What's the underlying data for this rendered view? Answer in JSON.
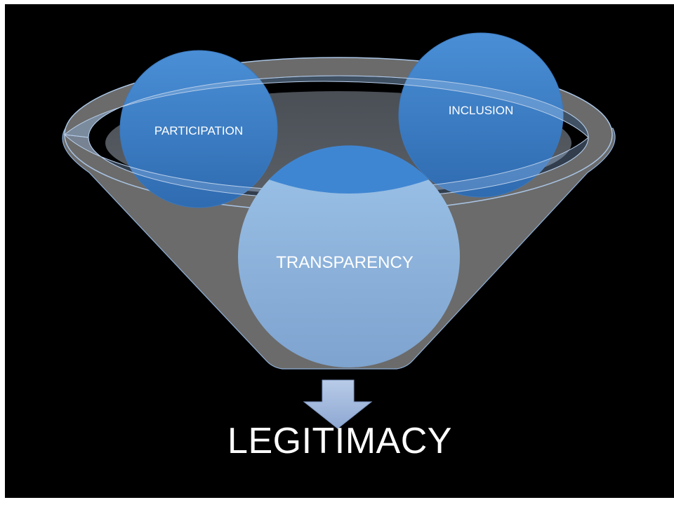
{
  "diagram": {
    "funnel_inputs": [
      {
        "label": "PARTICIPATION"
      },
      {
        "label": "INCLUSION"
      },
      {
        "label": "TRANSPARENCY"
      }
    ],
    "output": {
      "label": "LEGITIMACY"
    }
  }
}
